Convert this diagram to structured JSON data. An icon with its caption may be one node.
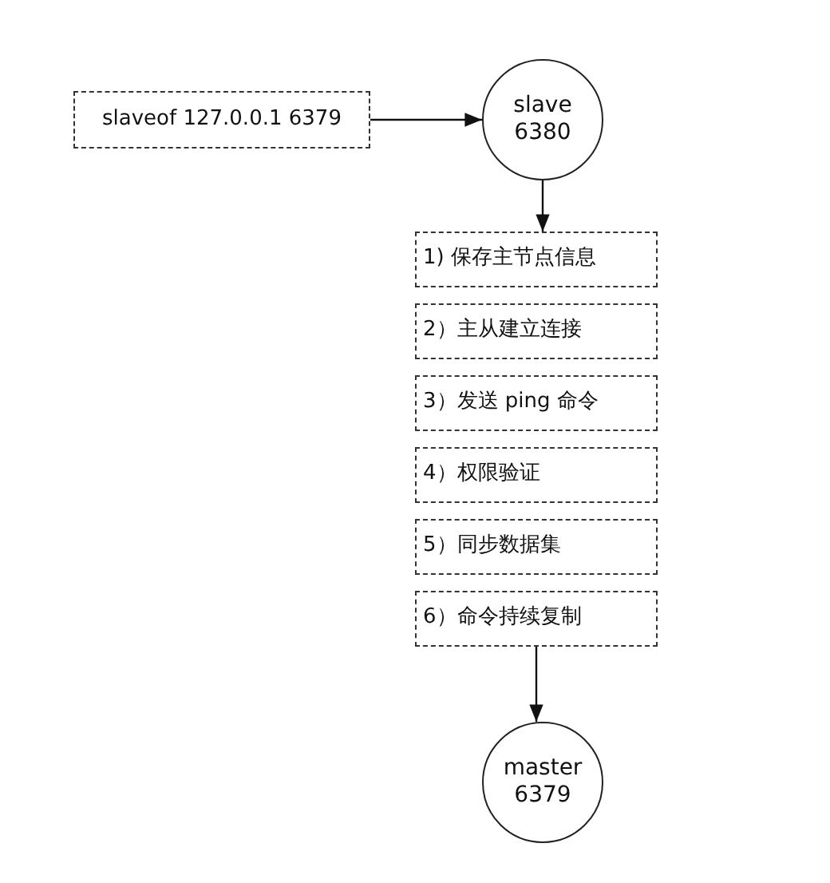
{
  "diagram": {
    "nodes": [
      {
        "text": [
          "slaveof 127.0.0.1 6379"
        ]
      },
      {
        "text": [
          "slave 6380"
        ]
      },
      {
        "text": [
          "1) 保存主节点信息"
        ]
      },
      {
        "text": [
          "2）主从建立连接"
        ]
      },
      {
        "text": [
          "3）发送 ping 命令"
        ]
      },
      {
        "text": [
          "4）权限验证"
        ]
      },
      {
        "text": [
          "5）同步数据集"
        ]
      },
      {
        "text": [
          "6）命令持续复制"
        ]
      },
      {
        "text": [
          "master 6379"
        ]
      }
    ],
    "edges": [
      {
        "from": 0,
        "to": 1,
        "arrow": "to"
      },
      {
        "from": 1,
        "to": 2,
        "arrow": "to"
      },
      {
        "from": 7,
        "to": 8,
        "arrow": "to"
      }
    ]
  }
}
